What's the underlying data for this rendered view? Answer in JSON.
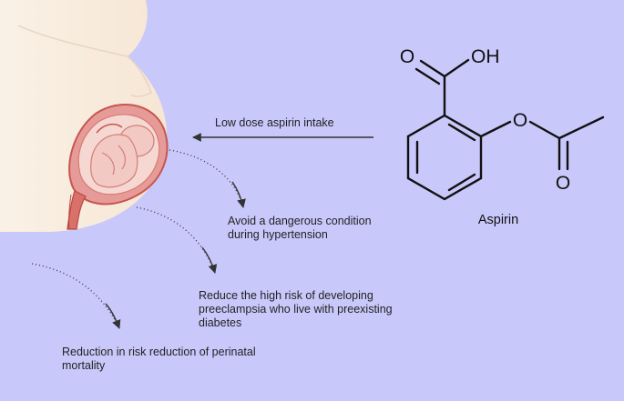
{
  "colors": {
    "background": "#c9c8fb",
    "skin": "#f8ecdd",
    "uterus": "#e79b98",
    "uterus_dark": "#c5574f",
    "fetus": "#f3c9c4",
    "arrow": "#333333"
  },
  "labels": {
    "intake": "Low dose aspirin intake",
    "avoid": "Avoid a dangerous condition during hypertension",
    "reduce_preeclampsia": "Reduce the high risk of developing preeclampsia who live with preexisting diabetes",
    "mortality": "Reduction in risk reduction of perinatal mortality"
  },
  "molecule": {
    "name": "Aspirin",
    "atoms": {
      "carbonyl_oxygen": "O",
      "hydroxyl": "OH",
      "ester_oxygen": "O",
      "acetyl_oxygen": "O"
    }
  }
}
